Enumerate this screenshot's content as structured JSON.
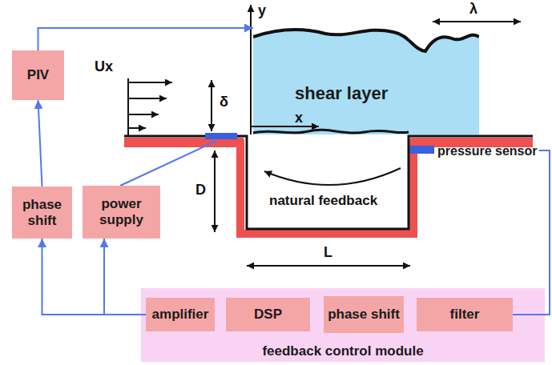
{
  "diagram": {
    "nodes": [
      {
        "text": [
          "PIV"
        ]
      },
      {
        "text": [
          "phase shift"
        ]
      },
      {
        "text": [
          "power supply"
        ]
      },
      {
        "text": [
          "shear layer"
        ]
      },
      {
        "text": [
          "pressure sensor"
        ]
      },
      {
        "text": [
          "feedback control module"
        ]
      },
      {
        "text": [
          "amplifier"
        ],
        "in": 5
      },
      {
        "text": [
          "DSP"
        ],
        "in": 5
      },
      {
        "text": [
          "phase shift"
        ],
        "in": 5
      },
      {
        "text": [
          "filter"
        ],
        "in": 5
      }
    ],
    "edges": [
      {
        "from": 6,
        "to": 1,
        "arrow": "to"
      },
      {
        "from": 6,
        "to": 2,
        "arrow": "to"
      },
      {
        "from": 1,
        "to": 0,
        "arrow": "to"
      },
      {
        "from": 0,
        "to": 3,
        "arrow": "to"
      },
      {
        "from": 4,
        "to": 9,
        "arrow": "none"
      }
    ],
    "labels": [
      "Ux",
      "y",
      "λ",
      "δ",
      "x",
      "D",
      "natural feedback",
      "L"
    ]
  }
}
